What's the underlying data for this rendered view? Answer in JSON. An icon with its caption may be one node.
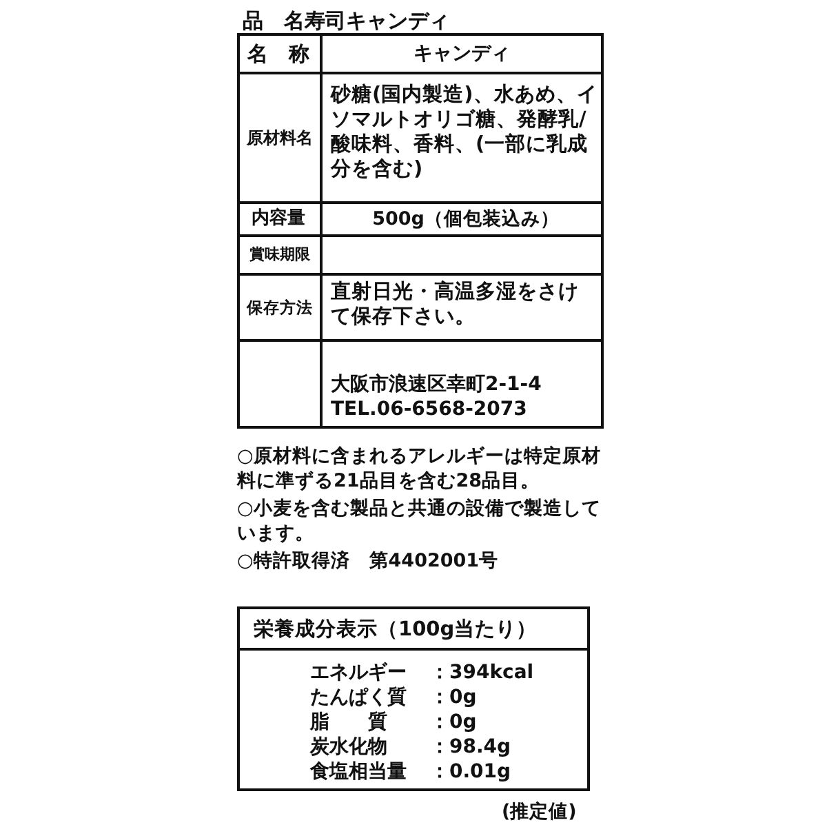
{
  "diagram": {
    "title": "品　名寿司キャンディ",
    "nodes": [
      {
        "text": [
          "栄養成分表示（100g当たり）"
        ]
      }
    ],
    "labels": [
      "名　称",
      "キャンディ",
      "原材料名",
      "砂糖(国内製造)、水あめ、イソマルトオリゴ糖、発酵乳/酸味料、香料、(一部に乳成分を含む)",
      "内容量",
      "500g（個包装込み）",
      "賞味期限",
      "保存方法",
      "直射日光・高温多湿をさけて保存下さい。",
      "大阪市浪速区幸町2-1-4",
      "TEL.06-6568-2073",
      "○原材料に含まれるアレルギーは特定原材料に準ずる21品目を含む28品目。",
      "○小麦を含む製品と共通の設備で製造しています。",
      "○特許取得済　第4402001号",
      "エネルギー",
      "：394kcal",
      "たんぱく質",
      "：0g",
      "脂　　質",
      "：0g",
      "炭水化物",
      "：98.4g",
      "食塩相当量",
      "：0.01g",
      "(推定値)"
    ]
  }
}
